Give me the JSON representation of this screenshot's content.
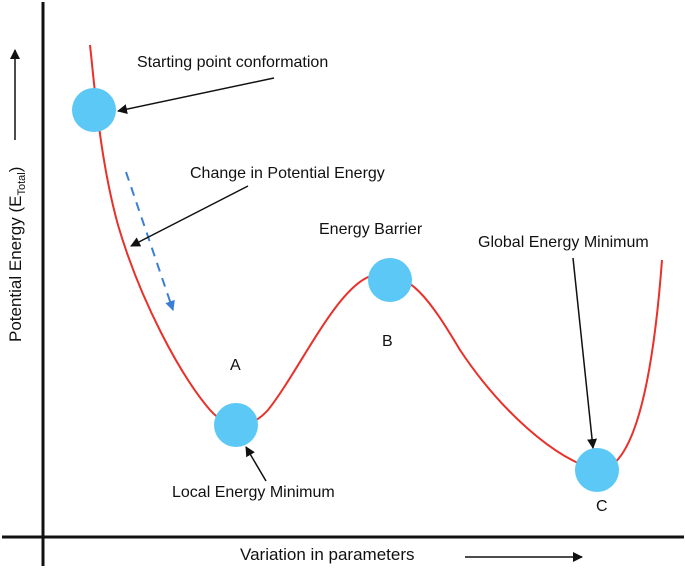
{
  "axes": {
    "y_label_main": "Potential Energy (E",
    "y_label_sub": "Total",
    "y_label_end": ")",
    "x_label": "Variation in parameters"
  },
  "annotations": {
    "start": "Starting point conformation",
    "change": "Change in Potential Energy",
    "barrier": "Energy Barrier",
    "global_min": "Global Energy Minimum",
    "local_min": "Local Energy Minimum"
  },
  "points": {
    "a": "A",
    "b": "B",
    "c": "C"
  },
  "colors": {
    "curve": "#e8312a",
    "ball": "#5bc8f5",
    "dashed_arrow": "#3a7fd5",
    "axis": "#111111"
  }
}
